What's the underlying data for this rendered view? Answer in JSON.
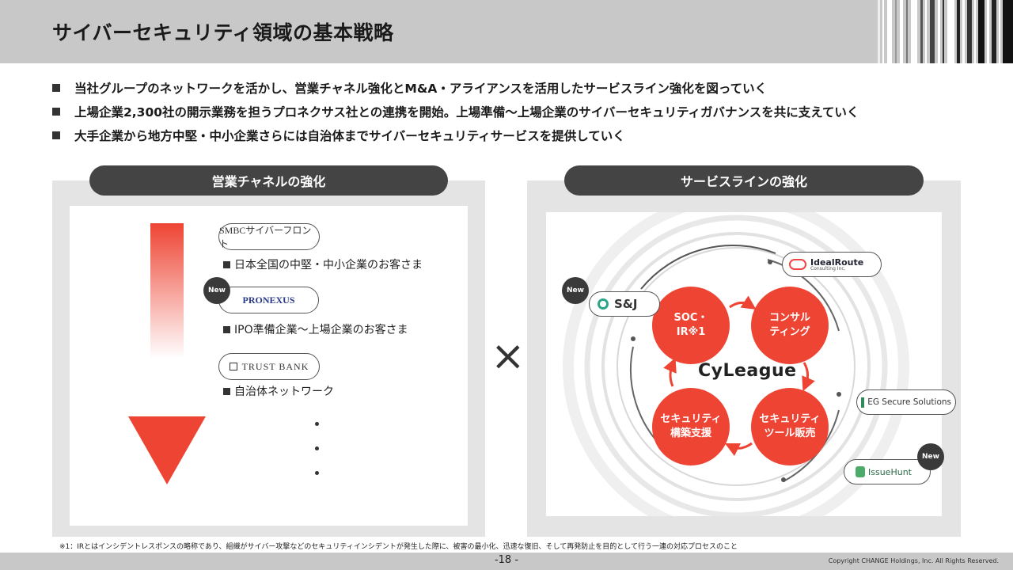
{
  "header": {
    "title": "サイバーセキュリティ領域の基本戦略"
  },
  "bullets": [
    "当社グループのネットワークを活かし、営業チャネル強化とM&A・アライアンスを活用したサービスライン強化を図っていく",
    "上場企業2,300社の開示業務を担うプロネクサス社との連携を開始。上場準備～上場企業のサイバーセキュリティガバナンスを共に支えていく",
    "大手企業から地方中堅・中小企業さらには自治体までサイバーセキュリティサービスを提供していく"
  ],
  "left_panel": {
    "heading": "営業チャネルの強化",
    "channels": [
      {
        "logo": "SMBCサイバーフロント",
        "desc": "日本全国の中堅・中小企業のお客さま"
      },
      {
        "logo": "PRONEXUS",
        "desc": "IPO準備企業～上場企業のお客さま",
        "badge": "New"
      },
      {
        "logo": "TRUST BANK",
        "desc": "自治体ネットワーク"
      }
    ]
  },
  "times_symbol": "×",
  "right_panel": {
    "heading": "サービスラインの強化",
    "center_logo": "CyLeague",
    "nodes": {
      "soc_line1": "SOC・",
      "soc_line2": "IR※1",
      "consulting_line1": "コンサル",
      "consulting_line2": "ティング",
      "build_line1": "セキュリティ",
      "build_line2": "構築支援",
      "tools_line1": "セキュリティ",
      "tools_line2": "ツール販売"
    },
    "partners": {
      "sj": "S&J",
      "idealroute": "IdealRoute",
      "idealroute_sub": "Consulting Inc.",
      "eg": "EG Secure Solutions",
      "issuehunt": "IssueHunt"
    },
    "badge_new": "New"
  },
  "footnote": "※1：IRとはインシデントレスポンスの略称であり、組織がサイバー攻撃などのセキュリティインシデントが発生した際に、被害の最小化、迅速な復旧、そして再発防止を目的として行う一連の対応プロセスのこと",
  "page_number": "-18 -",
  "copyright": "Copyright CHANGE Holdings, Inc. All Rights Reserved.",
  "colors": {
    "accent": "#ee4433",
    "dark": "#444444",
    "panel": "#e4e4e4",
    "header": "#c8c8c8"
  }
}
